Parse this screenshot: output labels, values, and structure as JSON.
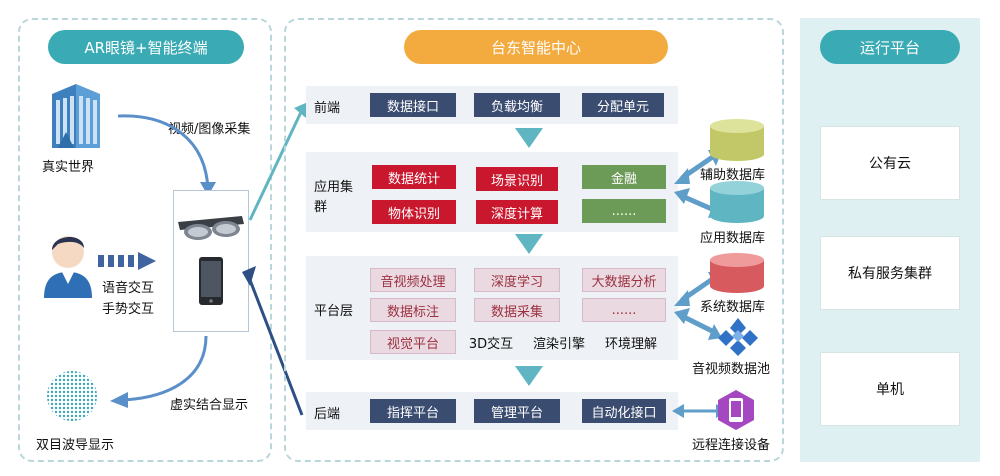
{
  "left": {
    "title": "AR眼镜+智能终端",
    "real_world": "真实世界",
    "capture": "视频/图像采集",
    "voice": "语音交互",
    "gesture": "手势交互",
    "mixed": "虚实结合显示",
    "binocular": "双目波导显示"
  },
  "center": {
    "title": "台东智能中心",
    "layers": {
      "frontend": {
        "label": "前端",
        "boxes": [
          "数据接口",
          "负载均衡",
          "分配单元"
        ]
      },
      "app": {
        "label_line1": "应用集",
        "label_line2": "群",
        "red": [
          "数据统计",
          "场景识别",
          "物体识别",
          "深度计算"
        ],
        "green": [
          "金融",
          "......"
        ]
      },
      "platform": {
        "label": "平台层",
        "pink": [
          "音视频处理",
          "深度学习",
          "大数据分析",
          "数据标注",
          "数据采集",
          "......",
          "视觉平台"
        ],
        "plain": [
          "3D交互",
          "渲染引擎",
          "环境理解"
        ]
      },
      "backend": {
        "label": "后端",
        "boxes": [
          "指挥平台",
          "管理平台",
          "自动化接口"
        ]
      }
    },
    "side": [
      "辅助数据库",
      "应用数据库",
      "系统数据库",
      "音视频数据池",
      "远程连接设备"
    ]
  },
  "right": {
    "title": "运行平台",
    "items": [
      "公有云",
      "私有服务集群",
      "单机"
    ]
  },
  "colors": {
    "teal": "#3aaab4",
    "orange": "#f3aa3e",
    "navy": "#3a4c70",
    "red": "#c9182e",
    "green": "#6c9a57",
    "runbg": "#dff0f2"
  }
}
